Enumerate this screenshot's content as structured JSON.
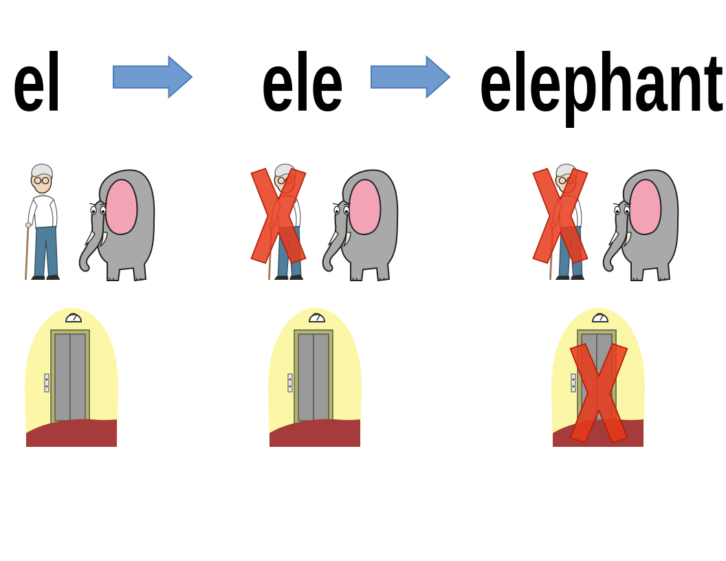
{
  "words": [
    "el",
    "ele",
    "elephant"
  ],
  "stages": [
    {
      "word": "el",
      "pictures": [
        {
          "icon": "old-man-icon",
          "crossed": false
        },
        {
          "icon": "elephant-icon",
          "crossed": false
        },
        {
          "icon": "elevator-icon",
          "crossed": false
        }
      ]
    },
    {
      "word": "ele",
      "pictures": [
        {
          "icon": "old-man-icon",
          "crossed": true
        },
        {
          "icon": "elephant-icon",
          "crossed": false
        },
        {
          "icon": "elevator-icon",
          "crossed": false
        }
      ]
    },
    {
      "word": "elephant",
      "pictures": [
        {
          "icon": "old-man-icon",
          "crossed": true
        },
        {
          "icon": "elephant-icon",
          "crossed": false
        },
        {
          "icon": "elevator-icon",
          "crossed": true
        }
      ]
    }
  ],
  "colors": {
    "arrow_fill": "#6f9bd1",
    "arrow_stroke": "#4a7ab5",
    "cross_fill": "#e8391b",
    "elephant_body": "#a9a9a9",
    "elephant_ear_inner": "#f2a3b5",
    "elevator_wall": "#fbf7a6",
    "elevator_floor": "#a63b3b",
    "elevator_door": "#9a9a9a",
    "elevator_frame": "#b5b56a"
  }
}
